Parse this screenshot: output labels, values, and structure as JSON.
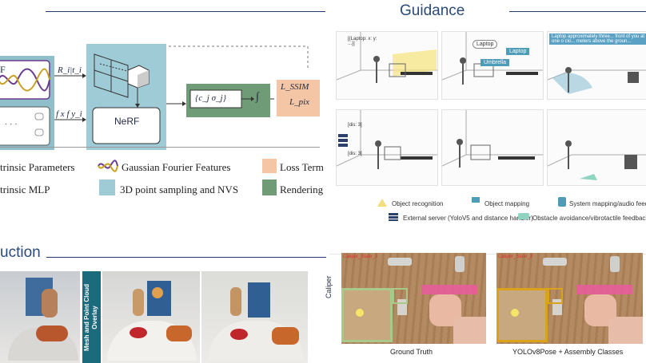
{
  "guidance": {
    "title": "Guidance"
  },
  "reconstruction": {
    "title": "uction"
  },
  "pipeline": {
    "nerf_label": "NeRF",
    "r_t_label": "R_i|t_i",
    "intrinsics_label": "f x f y_i",
    "color_density_label": "{c_j σ_j}",
    "integral_label": "∫",
    "loss_ssim_label": "L_SSIM",
    "loss_pix_label": "L_pix",
    "block_prefix": "F",
    "dots": "· · ·"
  },
  "legend": {
    "items": [
      {
        "label": "trinsic Parameters"
      },
      {
        "label": "Gaussian Fourier Features"
      },
      {
        "label": "Loss Term"
      },
      {
        "label": "trinsic MLP"
      },
      {
        "label": "3D point sampling and NVS"
      },
      {
        "label": "Rendering"
      }
    ],
    "colors": {
      "loss": "#f4c6a5",
      "sampling": "#9fcbd6",
      "rendering": "#6f9c76",
      "block": "#8fbfcb"
    }
  },
  "recon_strip": {
    "vertical_label": "Mesh and Point Cloud Overlay"
  },
  "guidance_scenes": {
    "bubble_laptop_xy": "[{Laptop: x: y: ...}]",
    "bubble_laptop": "Laptop",
    "tag_umbrella": "Umbrella",
    "tag_laptop": "Laptop",
    "bubble_approx": "Laptop approximately three... front of you at one o clo... meters above the groun...",
    "dis_1": "[dis: 3]",
    "dis_2": "[dis: 3]"
  },
  "guidance_legend": {
    "object_recognition": "Object recognition",
    "object_mapping": "Object mapping",
    "system_mapping": "System mapping/audio feedback",
    "external_server": "External server (YoloV5 and distance handler)",
    "obstacle_avoidance": "Obstacle avoidance/vibrotactile feedback"
  },
  "detection": {
    "side_label": "Caliper",
    "overlay_left": "Caliper_State_3",
    "overlay_right": "Caliper_State_3",
    "caption_left": "Ground Truth",
    "caption_right": "YOLOv8Pose + Assembly Classes",
    "colors": {
      "gt_box": "#a8c98a",
      "pred_box": "#d9a21a",
      "marker": "#f5e66a"
    }
  }
}
